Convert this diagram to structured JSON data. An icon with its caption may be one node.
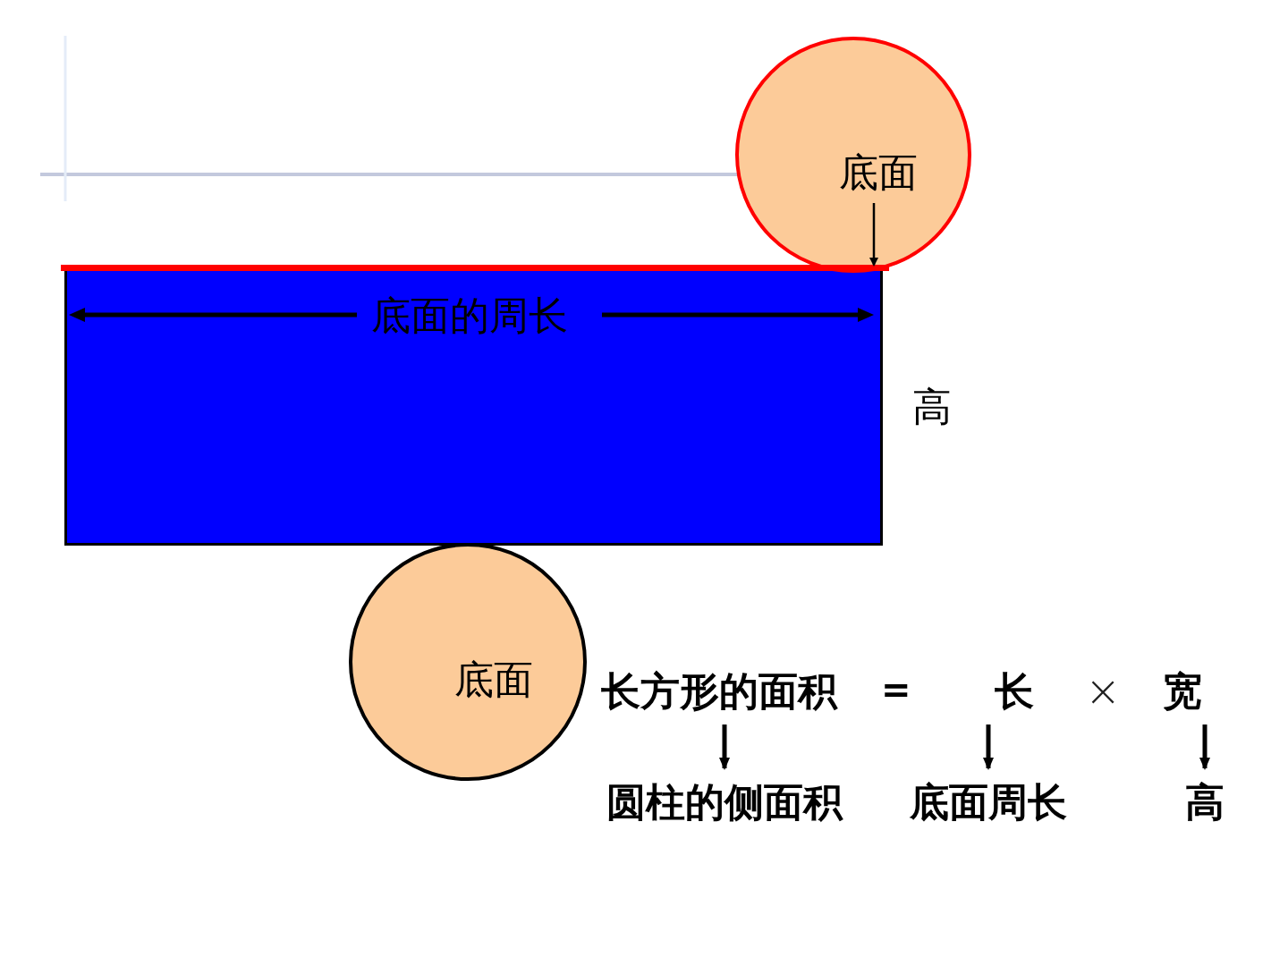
{
  "diagram": {
    "nodes": [
      {
        "text": [
          "底面"
        ]
      },
      {
        "text": [
          "底面的周长"
        ],
        "beside": [
          "高"
        ]
      },
      {
        "text": [
          "底面"
        ]
      },
      {
        "text": [
          "长方形的面积"
        ]
      },
      {
        "text": [
          "长"
        ]
      },
      {
        "text": [
          "宽"
        ]
      },
      {
        "text": [
          "圆柱的侧面积"
        ]
      },
      {
        "text": [
          "底面周长"
        ]
      },
      {
        "text": [
          "高"
        ]
      }
    ],
    "edges": [
      {
        "from": 0,
        "to": 1,
        "arrow": "to"
      },
      {
        "from": 3,
        "to": 6,
        "arrow": "to"
      },
      {
        "from": 4,
        "to": 7,
        "arrow": "to"
      },
      {
        "from": 5,
        "to": 8,
        "arrow": "to"
      }
    ],
    "labels": [
      "=",
      "×"
    ]
  }
}
